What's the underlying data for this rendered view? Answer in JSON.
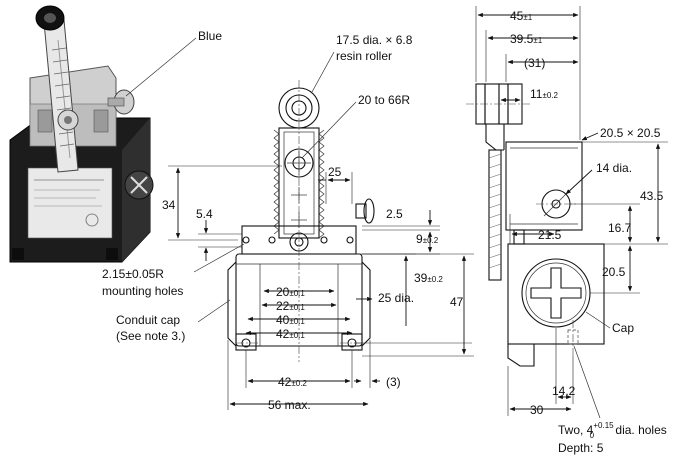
{
  "labels": {
    "blue": "Blue",
    "roller_line1": "17.5 dia. × 6.8",
    "roller_line2": "resin roller",
    "lever_radius": "20 to 66R",
    "mounting_line1": "2.15±0.05R",
    "mounting_line2": "mounting holes",
    "conduit_line1": "Conduit cap",
    "conduit_line2": "(See note 3.)",
    "cap": "Cap",
    "holes_line1_pre": "Two, 4",
    "holes_sup": "+0.15",
    "holes_sub": "0",
    "holes_line1_post": " dia. holes",
    "holes_line2": "Depth: 5"
  },
  "dims": {
    "d34": "34",
    "d5_4": "5.4",
    "d25": "25",
    "d2_5": "2.5",
    "d9": "9",
    "d9_tol": "±0.2",
    "d39": "39",
    "d39_tol": "±0.2",
    "d25dia": "25 dia.",
    "d47": "47",
    "d20": "20",
    "d20_tol": "±0.1",
    "d22": "22",
    "d22_tol": "±0.1",
    "d40": "40",
    "d40_tol": "±0.1",
    "d42a": "42",
    "d42a_tol": "±0.1",
    "d42b": "42",
    "d42b_tol": "±0.2",
    "d3": "(3)",
    "d56": "56 max.",
    "d45": "45",
    "d45_tol": "±1",
    "d39_5": "39.5",
    "d39_5_tol": "±1",
    "d31": "(31)",
    "d11": "11",
    "d11_tol": "±0.2",
    "d20_5x": "20.5 × 20.5",
    "d14dia": "14 dia.",
    "d43_5": "43.5",
    "d16_7": "16.7",
    "d21_5": "21.5",
    "d20_5": "20.5",
    "d14_2": "14.2",
    "d30": "30"
  }
}
